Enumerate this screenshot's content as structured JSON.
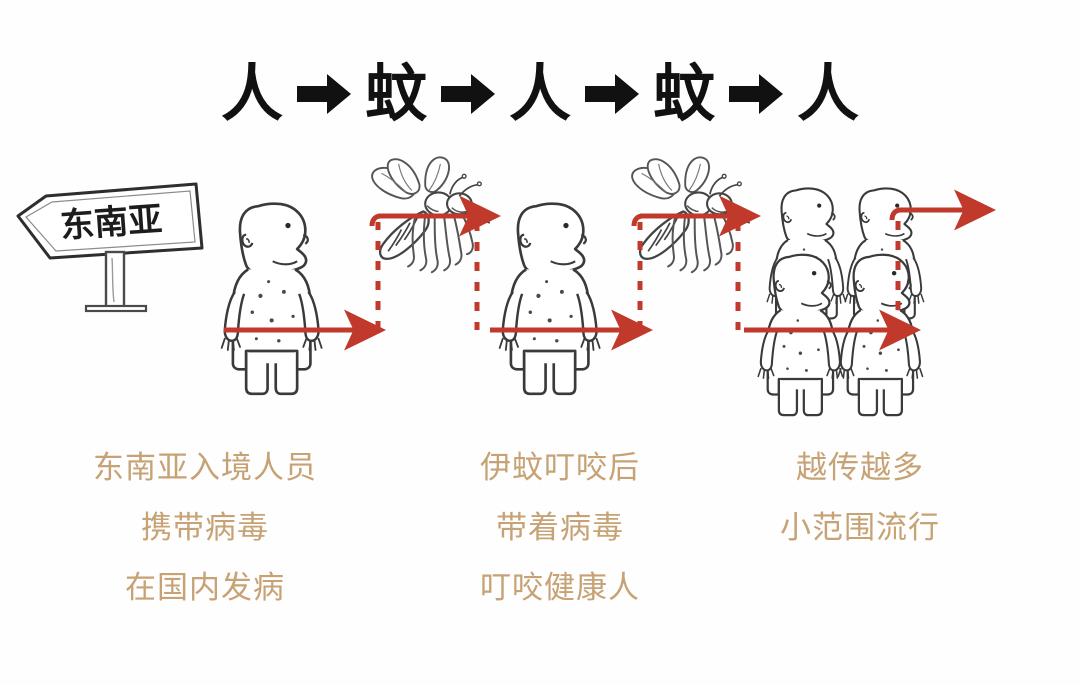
{
  "meta": {
    "background_color": "#fefefe",
    "arrow_color": "#c0392b",
    "sketch_color": "#3a3a3a",
    "caption_color": "#c6a274",
    "title_color": "#111111"
  },
  "title": {
    "full_text": "人 ➡ 蚊 ➡ 人 ➡ 蚊 ➡ 人",
    "tokens": [
      {
        "type": "word",
        "text": "人"
      },
      {
        "type": "arrow",
        "text": "➡"
      },
      {
        "type": "word",
        "text": "蚊"
      },
      {
        "type": "arrow",
        "text": "➡"
      },
      {
        "type": "word",
        "text": "人"
      },
      {
        "type": "arrow",
        "text": "➡"
      },
      {
        "type": "word",
        "text": "蚊"
      },
      {
        "type": "arrow",
        "text": "➡"
      },
      {
        "type": "word",
        "text": "人"
      }
    ]
  },
  "scene": {
    "signpost": {
      "label": "东南亚",
      "direction": "left"
    },
    "figures": [
      {
        "name": "infected-traveler",
        "kind": "person",
        "count": 1,
        "has_rash": true
      },
      {
        "name": "mosquito-first",
        "kind": "mosquito",
        "count": 1
      },
      {
        "name": "infected-local",
        "kind": "person",
        "count": 1,
        "has_rash": true
      },
      {
        "name": "mosquito-second",
        "kind": "mosquito",
        "count": 1
      },
      {
        "name": "infected-crowd",
        "kind": "person-group",
        "count": 4,
        "has_rash": true
      }
    ]
  },
  "captions": [
    {
      "id": "caption-col-0",
      "lines": [
        "东南亚入境人员",
        "携带病毒",
        "在国内发病"
      ]
    },
    {
      "id": "caption-col-1",
      "lines": [
        "伊蚊叮咬后",
        "带着病毒",
        "叮咬健康人"
      ]
    },
    {
      "id": "caption-col-2",
      "lines": [
        "越传越多",
        "小范围流行"
      ]
    }
  ]
}
